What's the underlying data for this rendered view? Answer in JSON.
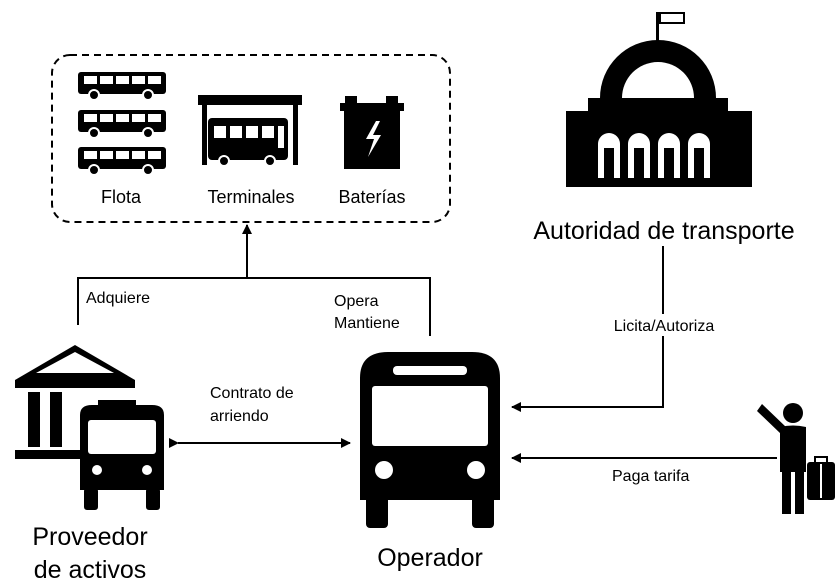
{
  "assets": {
    "fleet_label": "Flota",
    "terminals_label": "Terminales",
    "batteries_label": "Baterías"
  },
  "authority": {
    "label": "Autoridad de transporte"
  },
  "provider": {
    "label_line1": "Proveedor",
    "label_line2": "de activos"
  },
  "operator": {
    "label": "Operador"
  },
  "relations": {
    "acquires": "Adquiere",
    "operates": "Opera",
    "maintains": "Mantiene",
    "lease_line1": "Contrato de",
    "lease_line2": "arriendo",
    "tender": "Licita/Autoriza",
    "fare": "Paga tarifa"
  },
  "colors": {
    "ink": "#000000",
    "background": "#ffffff"
  }
}
